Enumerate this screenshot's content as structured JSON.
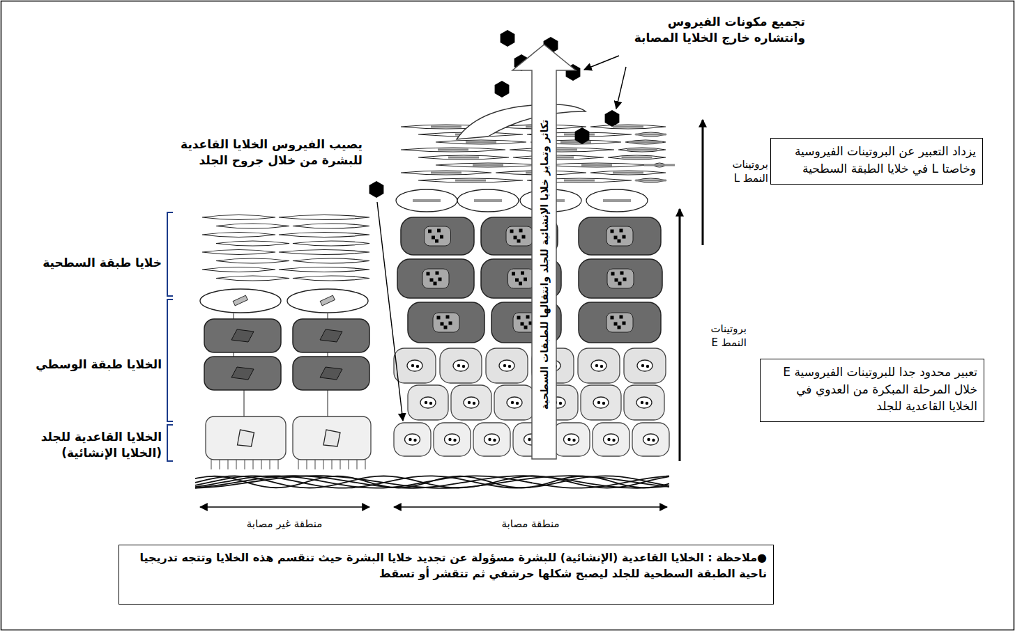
{
  "diagram": {
    "nodes": [
      {
        "text": [
          "تكاثر وتمايز خلايا الإنشائية للجلد وانتقالها للطبقات السطحية"
        ]
      },
      {
        "text": [
          "يزداد التعبير عن البروتينات الفيروسية وخاصتا L في خلايا الطبقة السطحية"
        ]
      },
      {
        "text": [
          "تعبير محدود جدا للبروتينات الفيروسية E خلال المرحلة المبكرة من العدوي في الخلايا القاعدية للجلد"
        ]
      },
      {
        "text": [
          "●ملاحظة : الخلايا القاعدية (الإنشائية) للبشرة مسؤولة عن تجديد خلايا البشرة حيث تنقسم هذه الخلايا وتتجه تدريجيا ناحية الطبقة السطحية للجلد ليصبح شكلها حرشفي ثم تتقشر أو تسقط"
        ]
      }
    ],
    "labels": [
      "تجميع مكونات الفيروس وانتشاره خارج الخلايا المصابة",
      "يصيب الفيروس الخلايا القاعدية للبشرة من خلال جروح الجلد",
      "بروتينات النمط L",
      "خلايا طبقة السطحية",
      "بروتينات النمط E",
      "الخلايا طبقة الوسطي",
      "الخلايا القاعدية للجلد (الخلايا الإنشائية)",
      "منطقة مصابة",
      "منطقة غير مصابة"
    ]
  }
}
